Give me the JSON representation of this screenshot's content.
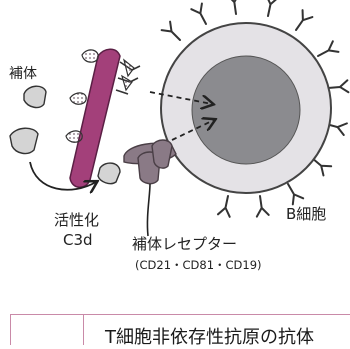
{
  "labels": {
    "complement": "補体",
    "activated": "活性化",
    "c3d": "C3d",
    "b_cell": "B細胞",
    "receptor": "補体レセプター",
    "cd_list": "(CD21・CD81・CD19)"
  },
  "table": {
    "title_partial": "T細胞非依存性抗原の抗体"
  },
  "colors": {
    "antigen_bar": "#a3407a",
    "receptor": "#8a7a86",
    "cell_outer": "#e4e2e6",
    "cell_nucleus": "#8b8b8f",
    "complement_fragment": "#d4d4d4",
    "table_border": "#c98aa8"
  }
}
